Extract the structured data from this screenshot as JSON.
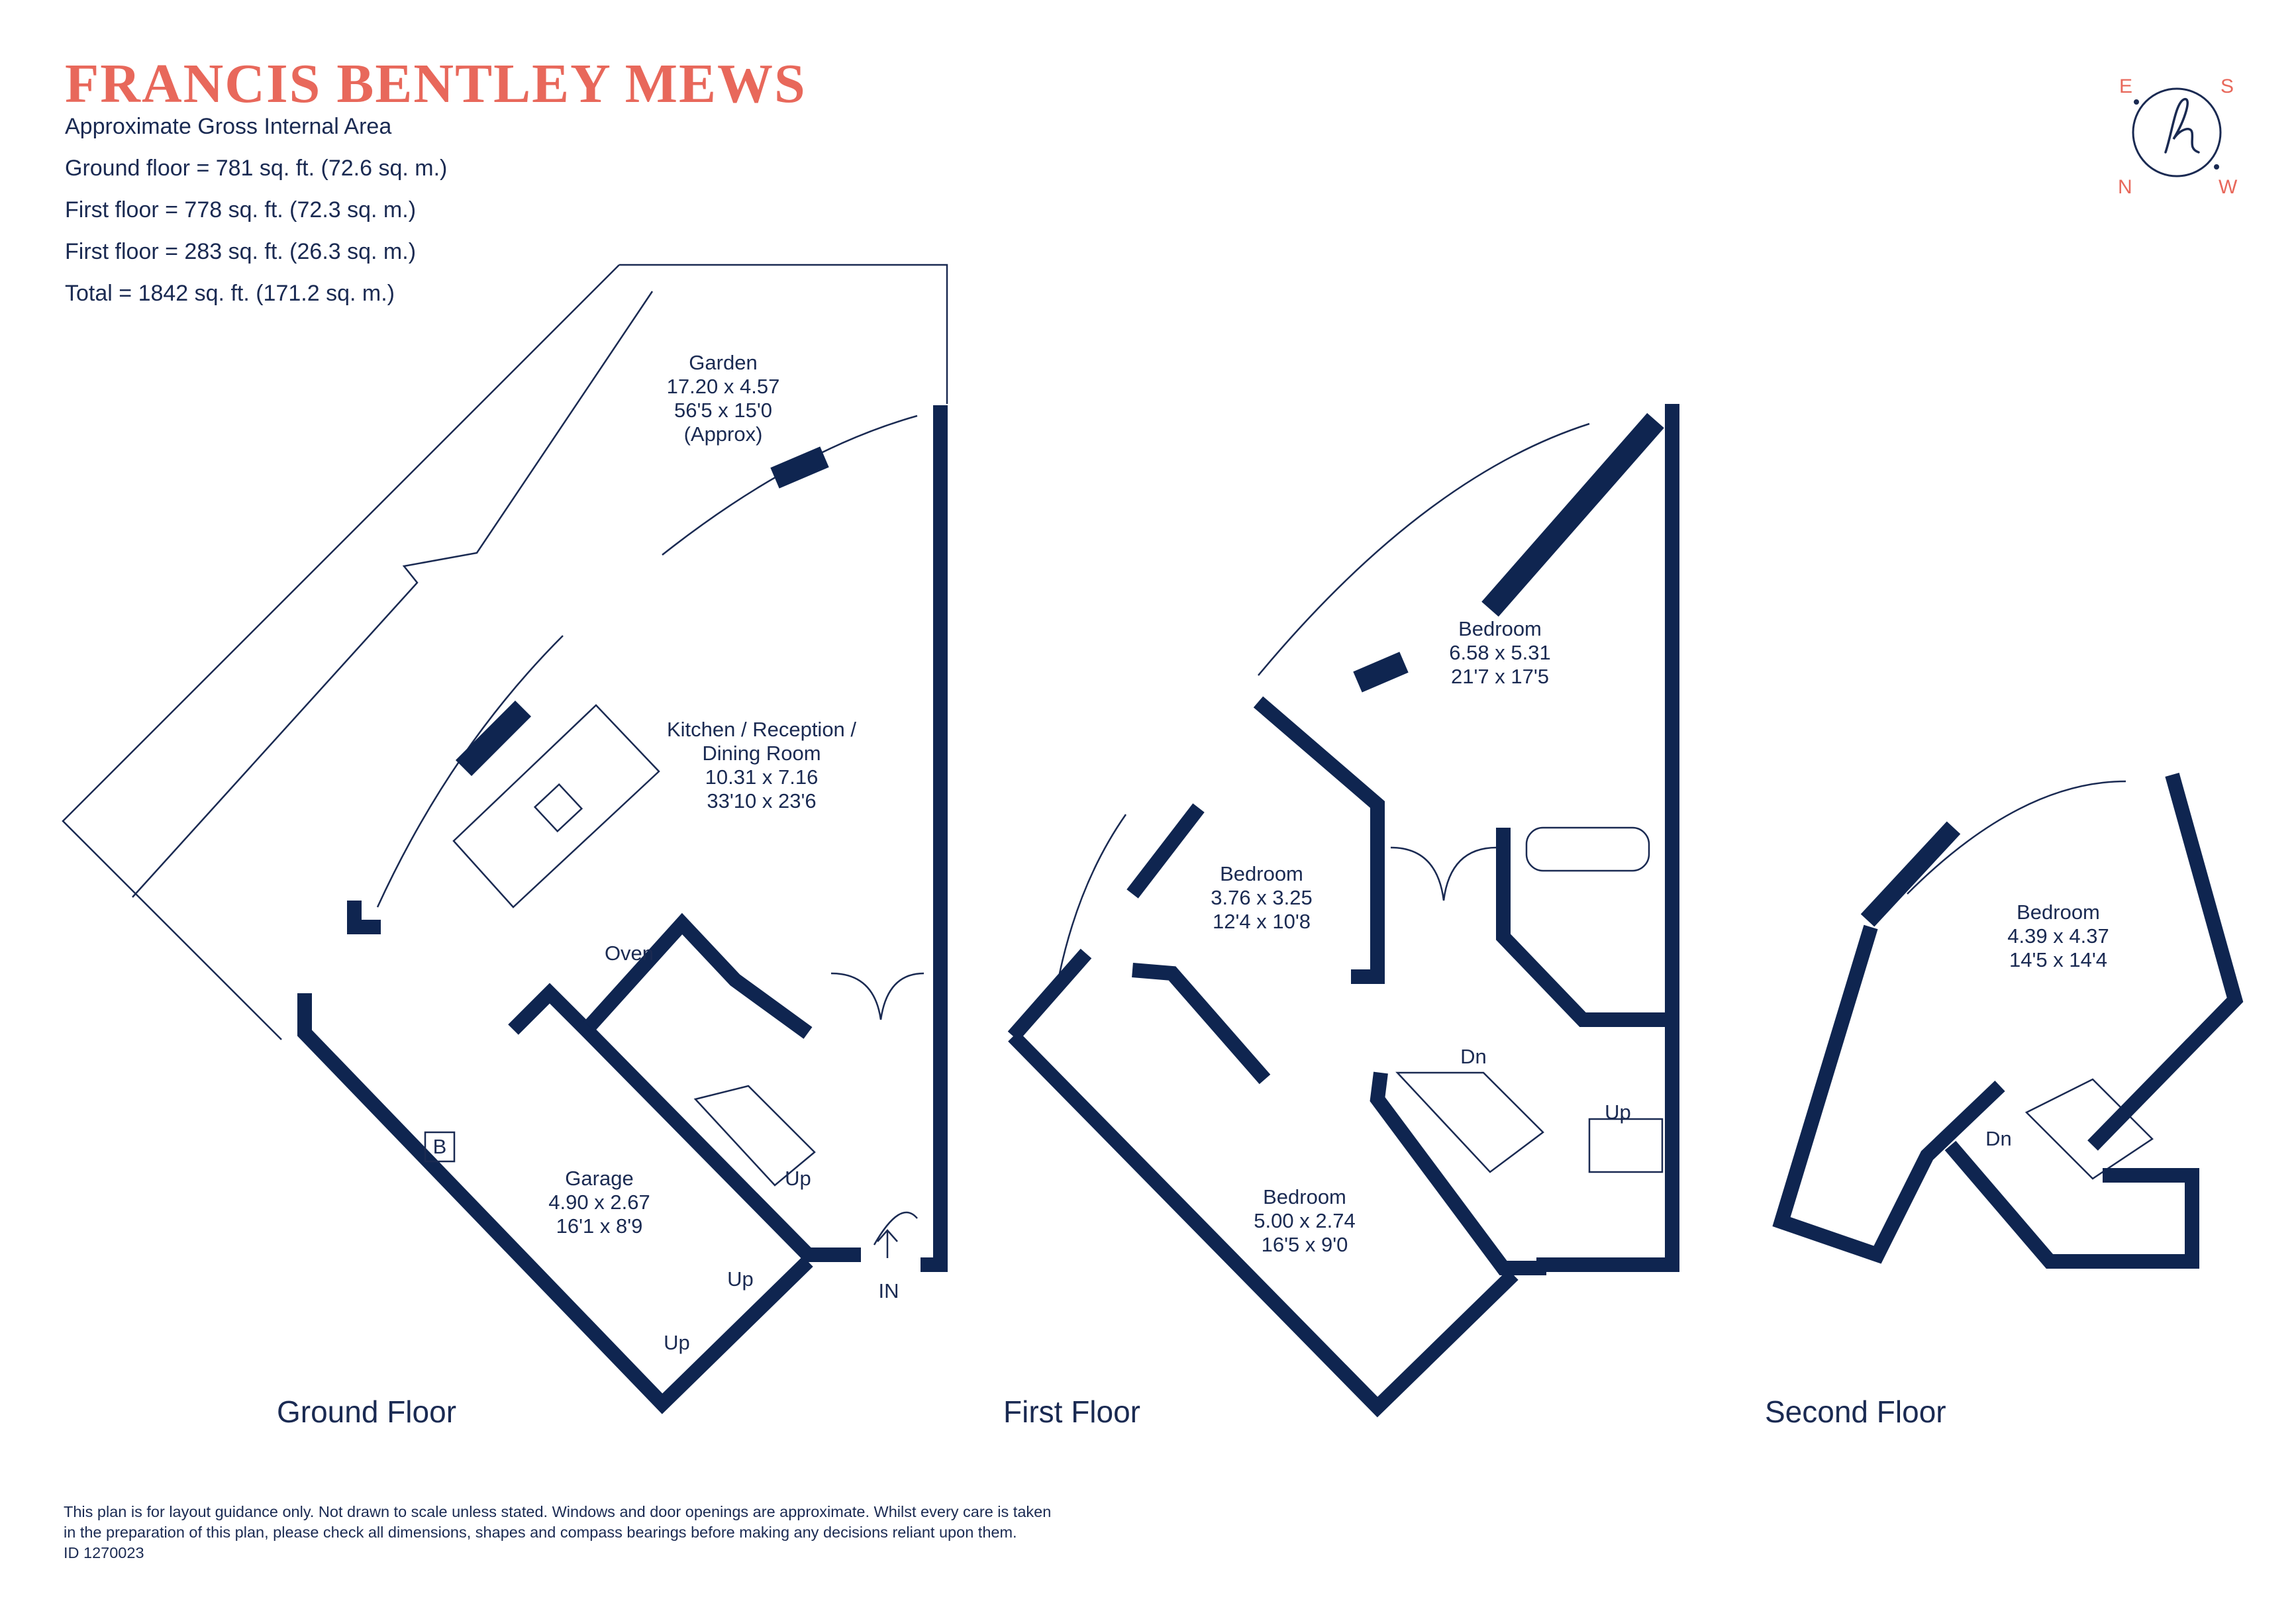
{
  "header": {
    "title": "FRANCIS BENTLEY MEWS",
    "area_heading": "Approximate Gross Internal Area",
    "area_lines": [
      "Ground floor = 781 sq. ft. (72.6 sq. m.)",
      "First floor  = 778 sq. ft. (72.3 sq. m.)",
      "First floor  = 283 sq. ft. (26.3 sq. m.)",
      "Total = 1842 sq. ft. (171.2 sq. m.)"
    ]
  },
  "logo": {
    "letters": {
      "top_left": "E",
      "top_right": "S",
      "bottom_left": "N",
      "bottom_right": "W",
      "center": "h"
    }
  },
  "colors": {
    "wall": "#0f2550",
    "accent": "#e8685b",
    "text": "#1a2a52",
    "line": "#1a2a52"
  },
  "ground_floor": {
    "label": "Ground Floor",
    "garden": {
      "name": "Garden",
      "metric": "17.20 x 4.57",
      "imperial": "56'5 x 15'0",
      "note": "(Approx)"
    },
    "kitchen": {
      "name_line1": "Kitchen / Reception /",
      "name_line2": "Dining Room",
      "metric": "10.31 x 7.16",
      "imperial": "33'10 x 23'6"
    },
    "garage": {
      "name": "Garage",
      "metric": "4.90 x 2.67",
      "imperial": "16'1 x 8'9"
    },
    "oven": "Oven",
    "boiler": "B",
    "up_labels": [
      "Up",
      "Up",
      "Up"
    ],
    "entrance": "IN"
  },
  "first_floor": {
    "label": "First Floor",
    "bedroom_main": {
      "name": "Bedroom",
      "metric": "6.58 x 5.31",
      "imperial": "21'7 x 17'5"
    },
    "bedroom_west": {
      "name": "Bedroom",
      "metric": "3.76 x 3.25",
      "imperial": "12'4 x 10'8"
    },
    "bedroom_south": {
      "name": "Bedroom",
      "metric": "5.00 x 2.74",
      "imperial": "16'5 x 9'0"
    },
    "dn": "Dn",
    "up": "Up"
  },
  "second_floor": {
    "label": "Second Floor",
    "bedroom": {
      "name": "Bedroom",
      "metric": "4.39 x 4.37",
      "imperial": "14'5 x 14'4"
    },
    "dn": "Dn"
  },
  "disclaimer": {
    "line1": "This plan is for layout guidance only. Not drawn to scale unless stated. Windows and door openings are approximate. Whilst every care is taken",
    "line2": "in the preparation of this plan, please check all dimensions, shapes and compass bearings before making any decisions reliant upon them.",
    "id": "ID 1270023"
  }
}
